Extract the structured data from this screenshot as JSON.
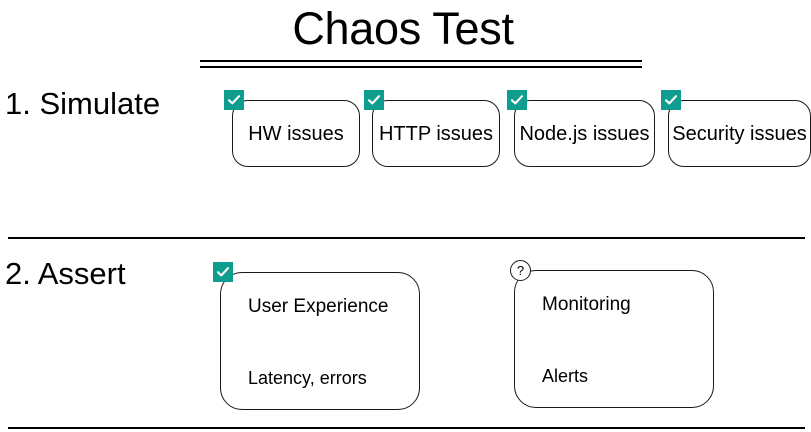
{
  "slide": {
    "title": "Chaos Test",
    "accent_color": "#0f9d90",
    "line_color": "#1a1a1a",
    "background": "#ffffff"
  },
  "sections": [
    {
      "label": "1. Simulate",
      "cards": [
        {
          "badge": "checkbox-checked-icon",
          "title": "HW issues",
          "subtitle": ""
        },
        {
          "badge": "checkbox-checked-icon",
          "title": "HTTP issues",
          "subtitle": ""
        },
        {
          "badge": "checkbox-checked-icon",
          "title": "Node.js issues",
          "subtitle": ""
        },
        {
          "badge": "checkbox-checked-icon",
          "title": "Security issues",
          "subtitle": ""
        }
      ]
    },
    {
      "label": "2. Assert",
      "cards": [
        {
          "badge": "checkbox-checked-icon",
          "title": "User Experience",
          "subtitle": "Latency, errors"
        },
        {
          "badge": "question-mark-icon",
          "title": "Monitoring",
          "subtitle": "Alerts"
        }
      ]
    }
  ],
  "badge_glyphs": {
    "question": "?"
  }
}
